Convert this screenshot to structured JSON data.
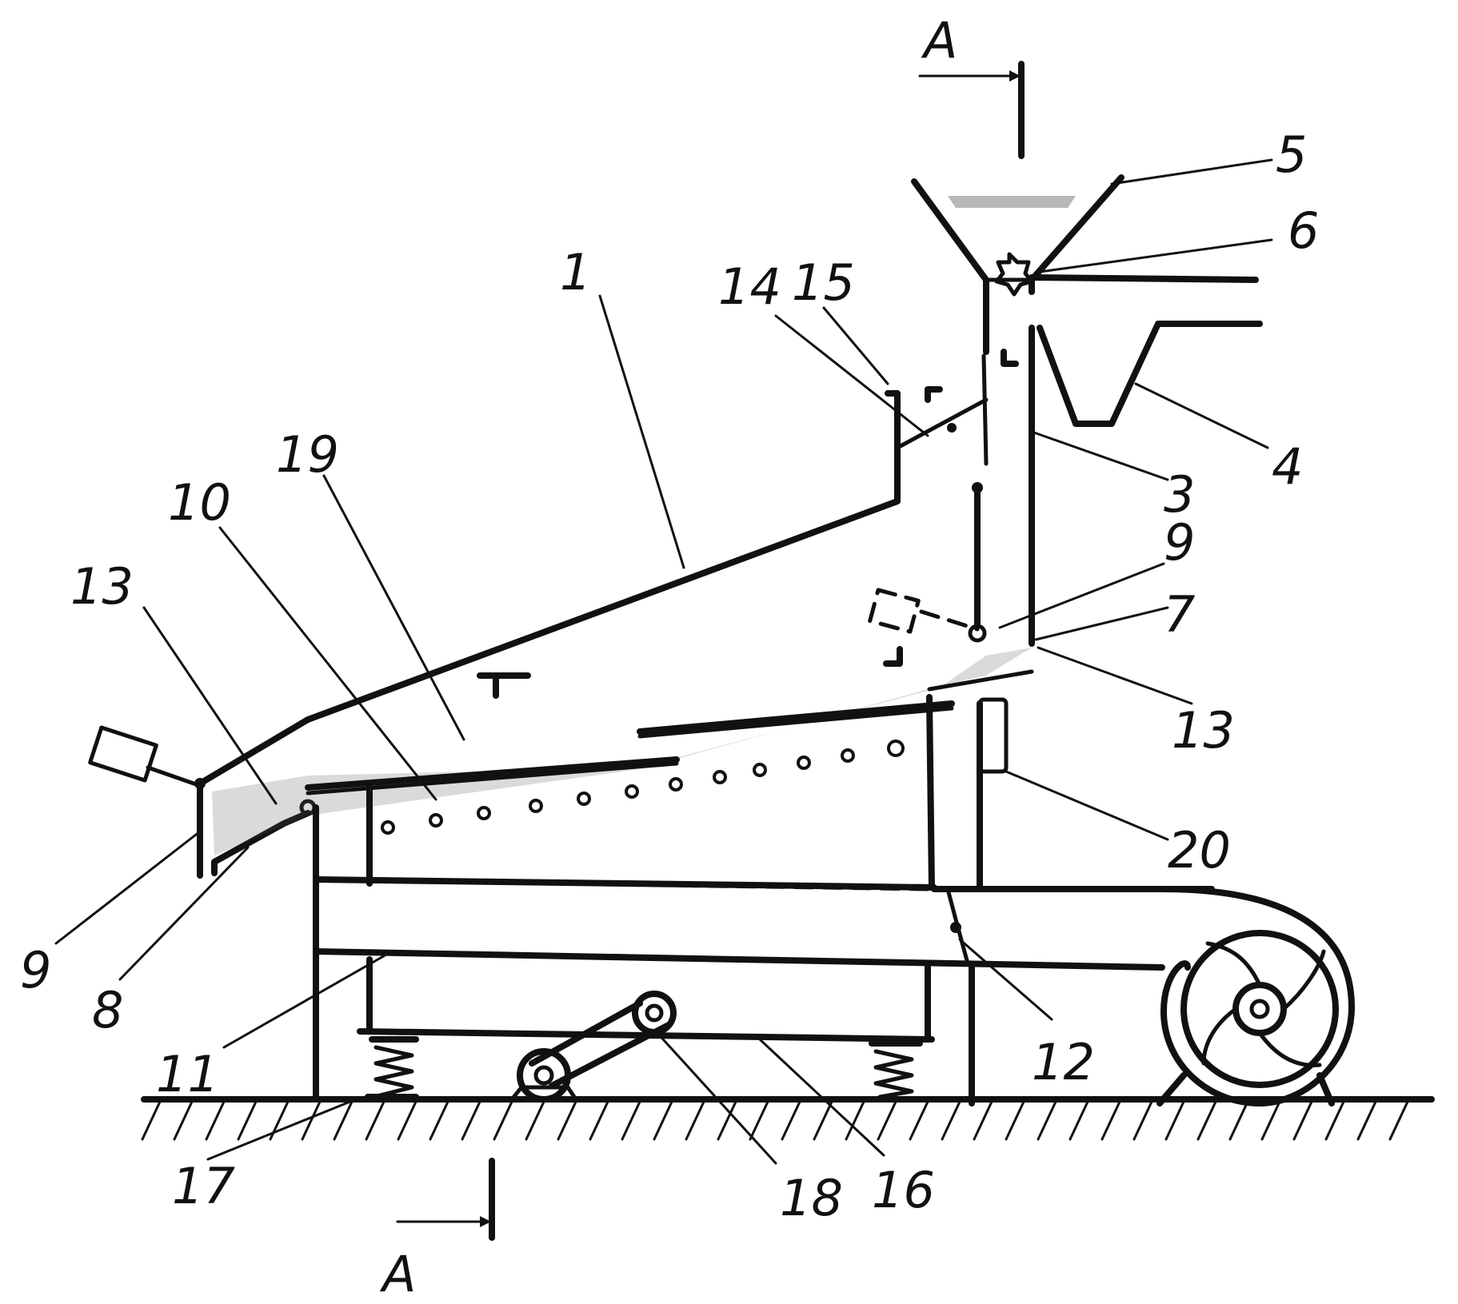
{
  "diagram": {
    "section_labels": {
      "top": "A",
      "bottom": "A"
    },
    "labels": [
      {
        "id": "l1",
        "text": "1"
      },
      {
        "id": "l14",
        "text": "14"
      },
      {
        "id": "l15",
        "text": "15"
      },
      {
        "id": "l5",
        "text": "5"
      },
      {
        "id": "l6",
        "text": "6"
      },
      {
        "id": "l4",
        "text": "4"
      },
      {
        "id": "l3",
        "text": "3"
      },
      {
        "id": "l9r",
        "text": "9"
      },
      {
        "id": "l7",
        "text": "7"
      },
      {
        "id": "l13r",
        "text": "13"
      },
      {
        "id": "l20",
        "text": "20"
      },
      {
        "id": "l12",
        "text": "12"
      },
      {
        "id": "l19",
        "text": "19"
      },
      {
        "id": "l10",
        "text": "10"
      },
      {
        "id": "l13l",
        "text": "13"
      },
      {
        "id": "l9l",
        "text": "9"
      },
      {
        "id": "l8",
        "text": "8"
      },
      {
        "id": "l11",
        "text": "11"
      },
      {
        "id": "l17",
        "text": "17"
      },
      {
        "id": "l18",
        "text": "18"
      },
      {
        "id": "l16",
        "text": "16"
      }
    ],
    "colors": {
      "ink": "#111111",
      "paper": "#ffffff"
    }
  }
}
